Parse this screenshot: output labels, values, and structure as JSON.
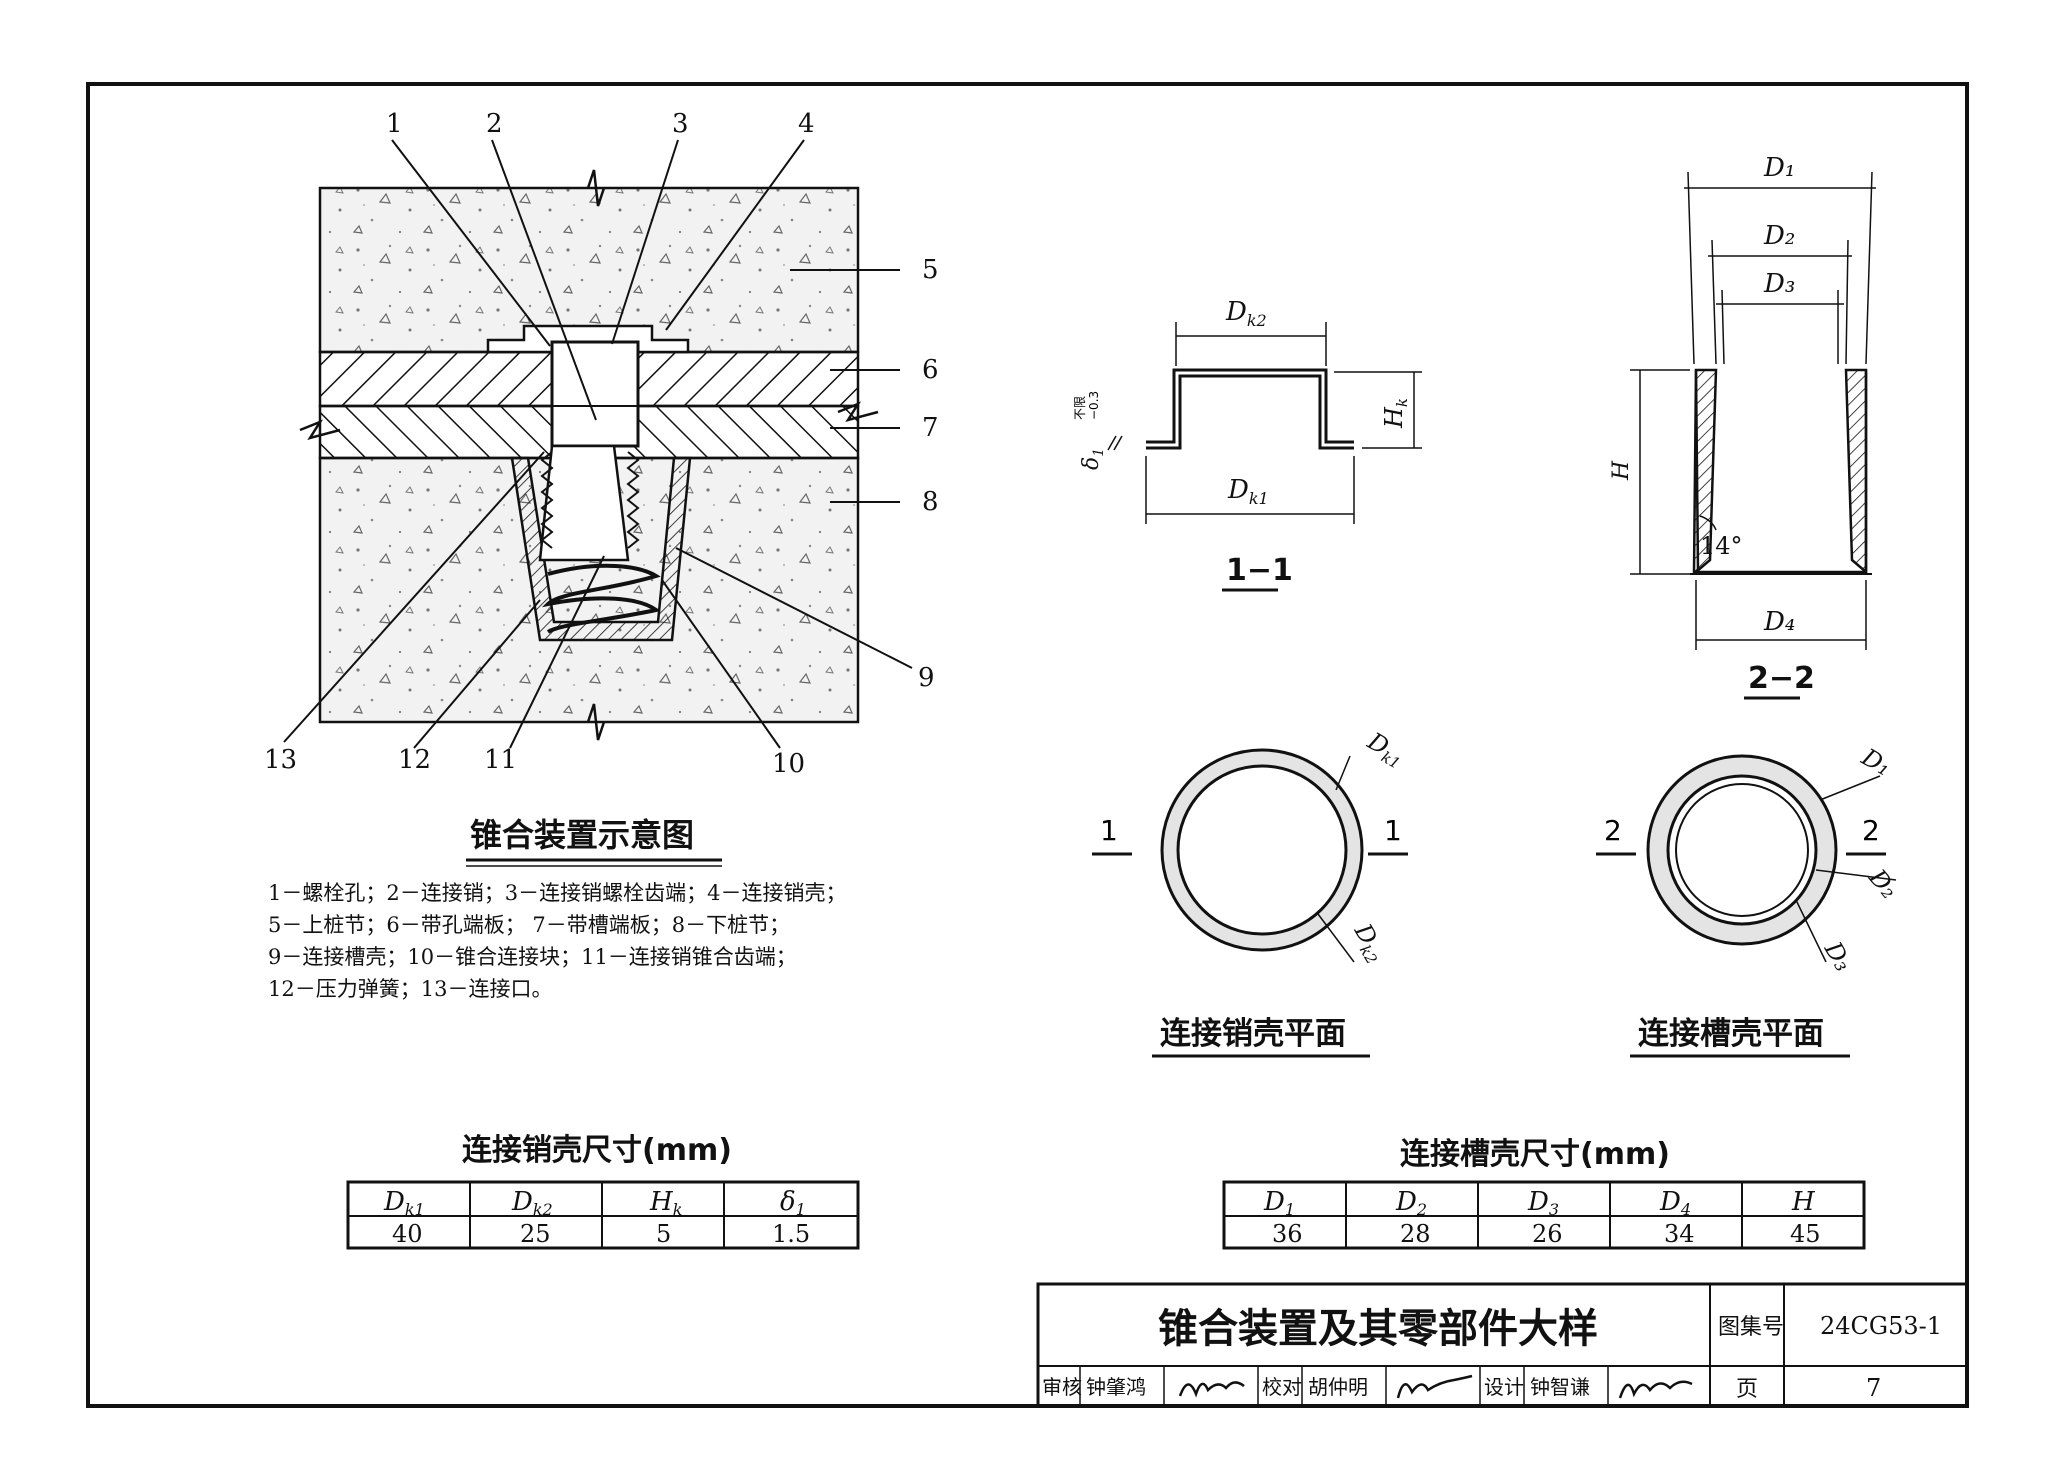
{
  "main_figure": {
    "title": "锥合装置示意图",
    "callouts": [
      "1",
      "2",
      "3",
      "4",
      "5",
      "6",
      "7",
      "8",
      "9",
      "10",
      "11",
      "12",
      "13"
    ],
    "legend_lines": [
      "1－螺栓孔；2－连接销；3－连接销螺栓齿端；4－连接销壳；",
      "5－上桩节；6－带孔端板； 7－带槽端板；8－下桩节；",
      "9－连接槽壳；10－锥合连接块；11－连接销锥合齿端；",
      "12－压力弹簧；13－连接口。"
    ]
  },
  "section_1_1": {
    "label": "1−1",
    "dim_top": "D",
    "dim_top_sub": "k2",
    "dim_bottom": "D",
    "dim_bottom_sub": "k1",
    "dim_height": "H",
    "dim_height_sub": "k",
    "thickness": "δ",
    "thickness_sub": "1",
    "thickness_tol_top": "不限",
    "thickness_tol_bottom": "−0.3"
  },
  "section_2_2": {
    "label": "2−2",
    "d1": "D₁",
    "d2": "D₂",
    "d3": "D₃",
    "d4": "D₄",
    "h": "H",
    "angle": "14°"
  },
  "plan_pin_shell": {
    "title": "连接销壳平面",
    "left_mark": "1",
    "right_mark": "1",
    "outer_dim": "D",
    "outer_dim_sub": "k1",
    "inner_dim": "D",
    "inner_dim_sub": "k2"
  },
  "plan_groove_shell": {
    "title": "连接槽壳平面",
    "left_mark": "2",
    "right_mark": "2",
    "d1": "D₁",
    "d2": "D₂",
    "d3": "D₃"
  },
  "table_pin_shell": {
    "title": "连接销壳尺寸(mm)",
    "headers": [
      {
        "main": "D",
        "sub": "k1"
      },
      {
        "main": "D",
        "sub": "k2"
      },
      {
        "main": "H",
        "sub": "k"
      },
      {
        "main": "δ",
        "sub": "1"
      }
    ],
    "values": [
      "40",
      "25",
      "5",
      "1.5"
    ]
  },
  "table_groove_shell": {
    "title": "连接槽壳尺寸(mm)",
    "headers": [
      {
        "main": "D",
        "sub": "1"
      },
      {
        "main": "D",
        "sub": "2"
      },
      {
        "main": "D",
        "sub": "3"
      },
      {
        "main": "D",
        "sub": "4"
      },
      {
        "main": "H",
        "sub": ""
      }
    ],
    "values": [
      "36",
      "28",
      "26",
      "34",
      "45"
    ]
  },
  "title_block": {
    "drawing_title": "锥合装置及其零部件大样",
    "atlas_label": "图集号",
    "atlas_no": "24CG53-1",
    "page_label": "页",
    "page_no": "7",
    "review_label": "审核",
    "review_name": "钟肇鸿",
    "check_label": "校对",
    "check_name": "胡仲明",
    "design_label": "设计",
    "design_name": "钟智谦"
  }
}
